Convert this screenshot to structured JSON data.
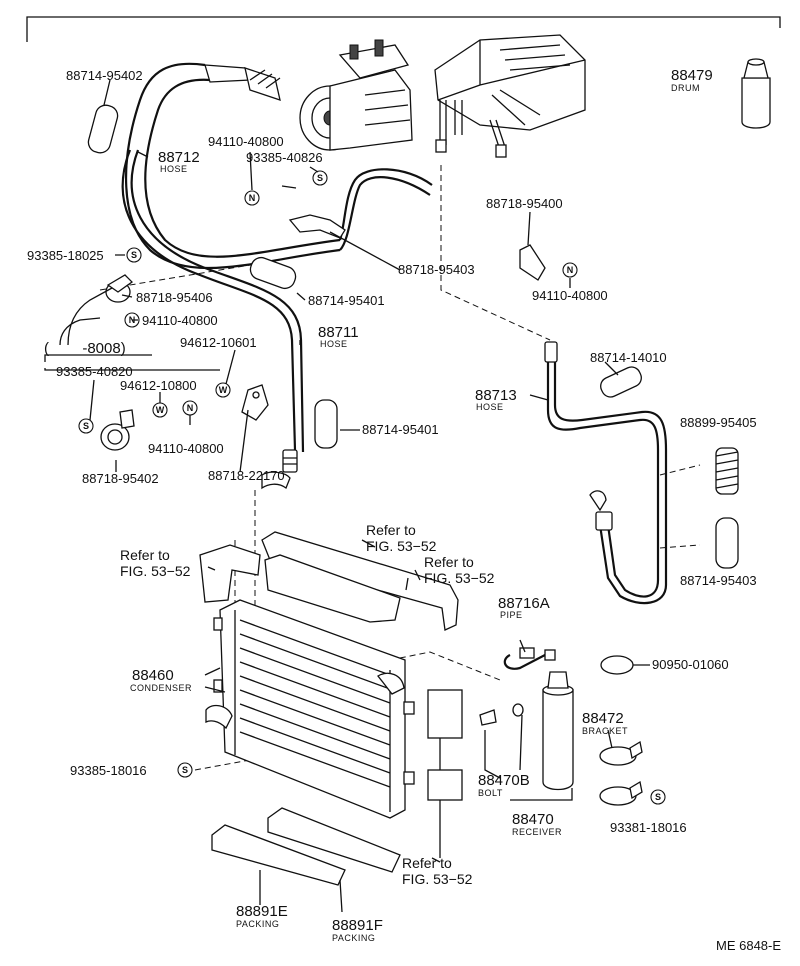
{
  "symbols": {
    "n": "N",
    "s": "S",
    "w": "W"
  },
  "labels": {
    "hose_88714_95402_top": "88714-95402",
    "hose_88712": "88712",
    "hose_88712_sub": "HOSE",
    "bolt_94110_40800_a": "94110-40800",
    "clamp_93385_40826": "93385-40826",
    "clamp_93385_18025": "93385-18025",
    "clamp_88718_95406": "88718-95406",
    "bolt_94110_40800_b": "94110-40800",
    "range_8008": "(        -8008)",
    "clamp_93385_40820": "93385-40820",
    "bolt_94612_10601": "94612-10601",
    "bolt_94612_10800": "94612-10800",
    "bolt_94110_40800_c": "94110-40800",
    "clamp_88718_95402": "88718-95402",
    "hose_88711": "88711",
    "hose_88711_sub": "HOSE",
    "hose_88714_95401_mid": "88714-95401",
    "hose_88714_95401_low": "88714-95401",
    "clamp_88718_22170": "88718-22170",
    "clamp_88718_95403": "88718-95403",
    "clamp_88718_95400": "88718-95400",
    "bolt_94110_40800_d": "94110-40800",
    "drum_88479": "88479",
    "drum_88479_sub": "DRUM",
    "hose_88713": "88713",
    "hose_88713_sub": "HOSE",
    "hose_88714_14010": "88714-14010",
    "hose_88899_95405": "88899-95405",
    "hose_88714_95403": "88714-95403",
    "ref_left_1": "Refer to",
    "ref_left_2": "FIG. 53−52",
    "ref_mid_1": "Refer to",
    "ref_mid_2": "FIG. 53−52",
    "ref_right_1": "Refer to",
    "ref_right_2": "FIG. 53−52",
    "ref_bottom_1": "Refer to",
    "ref_bottom_2": "FIG. 53−52",
    "pipe_88716A": "88716A",
    "pipe_88716A_sub": "PIPE",
    "cap_90950_01060": "90950-01060",
    "condenser_88460": "88460",
    "condenser_88460_sub": "CONDENSER",
    "bracket_88472": "88472",
    "bracket_88472_sub": "BRACKET",
    "clamp_93385_18016": "93385-18016",
    "bolt_88470B": "88470B",
    "bolt_88470B_sub": "BOLT",
    "receiver_88470": "88470",
    "receiver_88470_sub": "RECEIVER",
    "clamp_93381_18016": "93381-18016",
    "packing_88891E": "88891E",
    "packing_88891E_sub": "PACKING",
    "packing_88891F": "88891F",
    "packing_88891F_sub": "PACKING",
    "diagram_code": "ME 6848-E"
  }
}
